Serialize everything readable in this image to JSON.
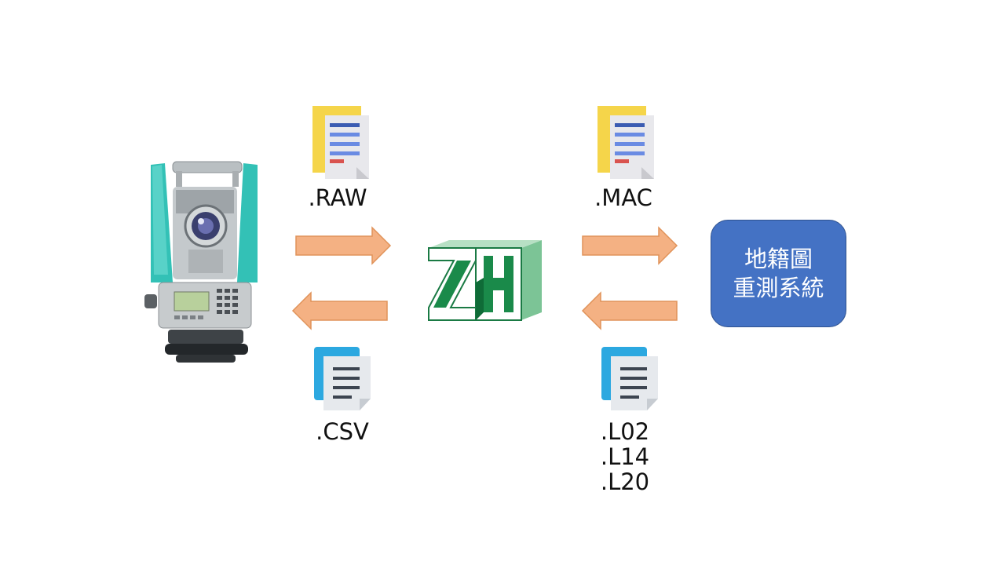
{
  "files": {
    "raw": ".RAW",
    "mac": ".MAC",
    "csv": ".CSV",
    "l_files": [
      ".L02",
      ".L14",
      ".L20"
    ]
  },
  "system_box": {
    "line1": "地籍圖",
    "line2": "重測系統"
  },
  "colors": {
    "arrow_fill": "#f4b183",
    "arrow_stroke": "#e0935a",
    "system_box": "#4472c4",
    "logo_green_dark": "#1a8a4a",
    "logo_green_light": "#7cc496",
    "doc_yellow": "#f5d54a",
    "doc_blue": "#2ca8e0"
  },
  "icons": {
    "total_station": "total-station-icon",
    "raw_file": "document-icon",
    "mac_file": "document-icon",
    "csv_file": "text-file-icon",
    "l_file": "text-file-icon",
    "logo": "zh-logo"
  }
}
